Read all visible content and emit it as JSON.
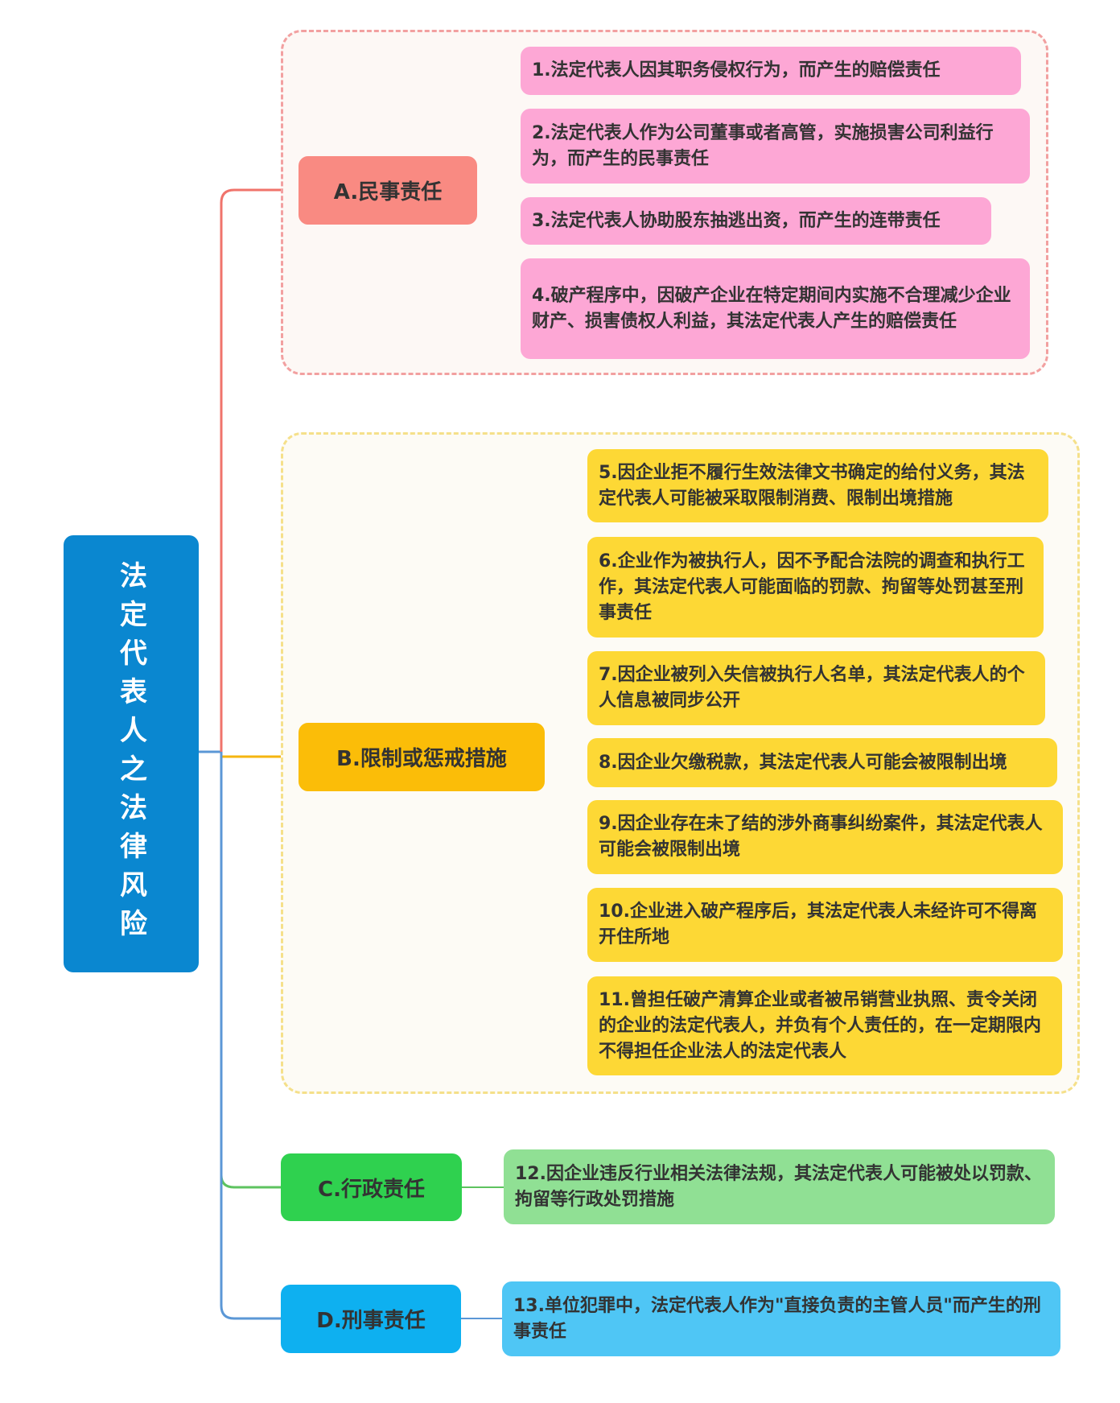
{
  "root": {
    "title": "法定代表人之法律风险"
  },
  "colors": {
    "root": "#0a87d0",
    "civil": "#f98a82",
    "restrict": "#fbbd08",
    "admin": "#2fd14f",
    "criminal": "#0eb0f0"
  },
  "categories": [
    {
      "label": "A.民事责任",
      "items": [
        "1.法定代表人因其职务侵权行为，而产生的赔偿责任",
        "2.法定代表人作为公司董事或者高管，实施损害公司利益行为，而产生的民事责任",
        "3.法定代表人协助股东抽逃出资，而产生的连带责任",
        "4.破产程序中，因破产企业在特定期间内实施不合理减少企业财产、损害债权人利益，其法定代表人产生的赔偿责任"
      ]
    },
    {
      "label": "B.限制或惩戒措施",
      "items": [
        "5.因企业拒不履行生效法律文书确定的给付义务，其法定代表人可能被采取限制消费、限制出境措施",
        "6.企业作为被执行人，因不予配合法院的调查和执行工作，其法定代表人可能面临的罚款、拘留等处罚甚至刑事责任",
        "7.因企业被列入失信被执行人名单，其法定代表人的个人信息被同步公开",
        "8.因企业欠缴税款，其法定代表人可能会被限制出境",
        "9.因企业存在未了结的涉外商事纠纷案件，其法定代表人可能会被限制出境",
        "10.企业进入破产程序后，其法定代表人未经许可不得离开住所地",
        "11.曾担任破产清算企业或者被吊销营业执照、责令关闭的企业的法定代表人，并负有个人责任的，在一定期限内不得担任企业法人的法定代表人"
      ]
    },
    {
      "label": "C.行政责任",
      "items": [
        "12.因企业违反行业相关法律法规，其法定代表人可能被处以罚款、拘留等行政处罚措施"
      ]
    },
    {
      "label": "D.刑事责任",
      "items": [
        "13.单位犯罪中，法定代表人作为\"直接负责的主管人员\"而产生的刑事责任"
      ]
    }
  ]
}
